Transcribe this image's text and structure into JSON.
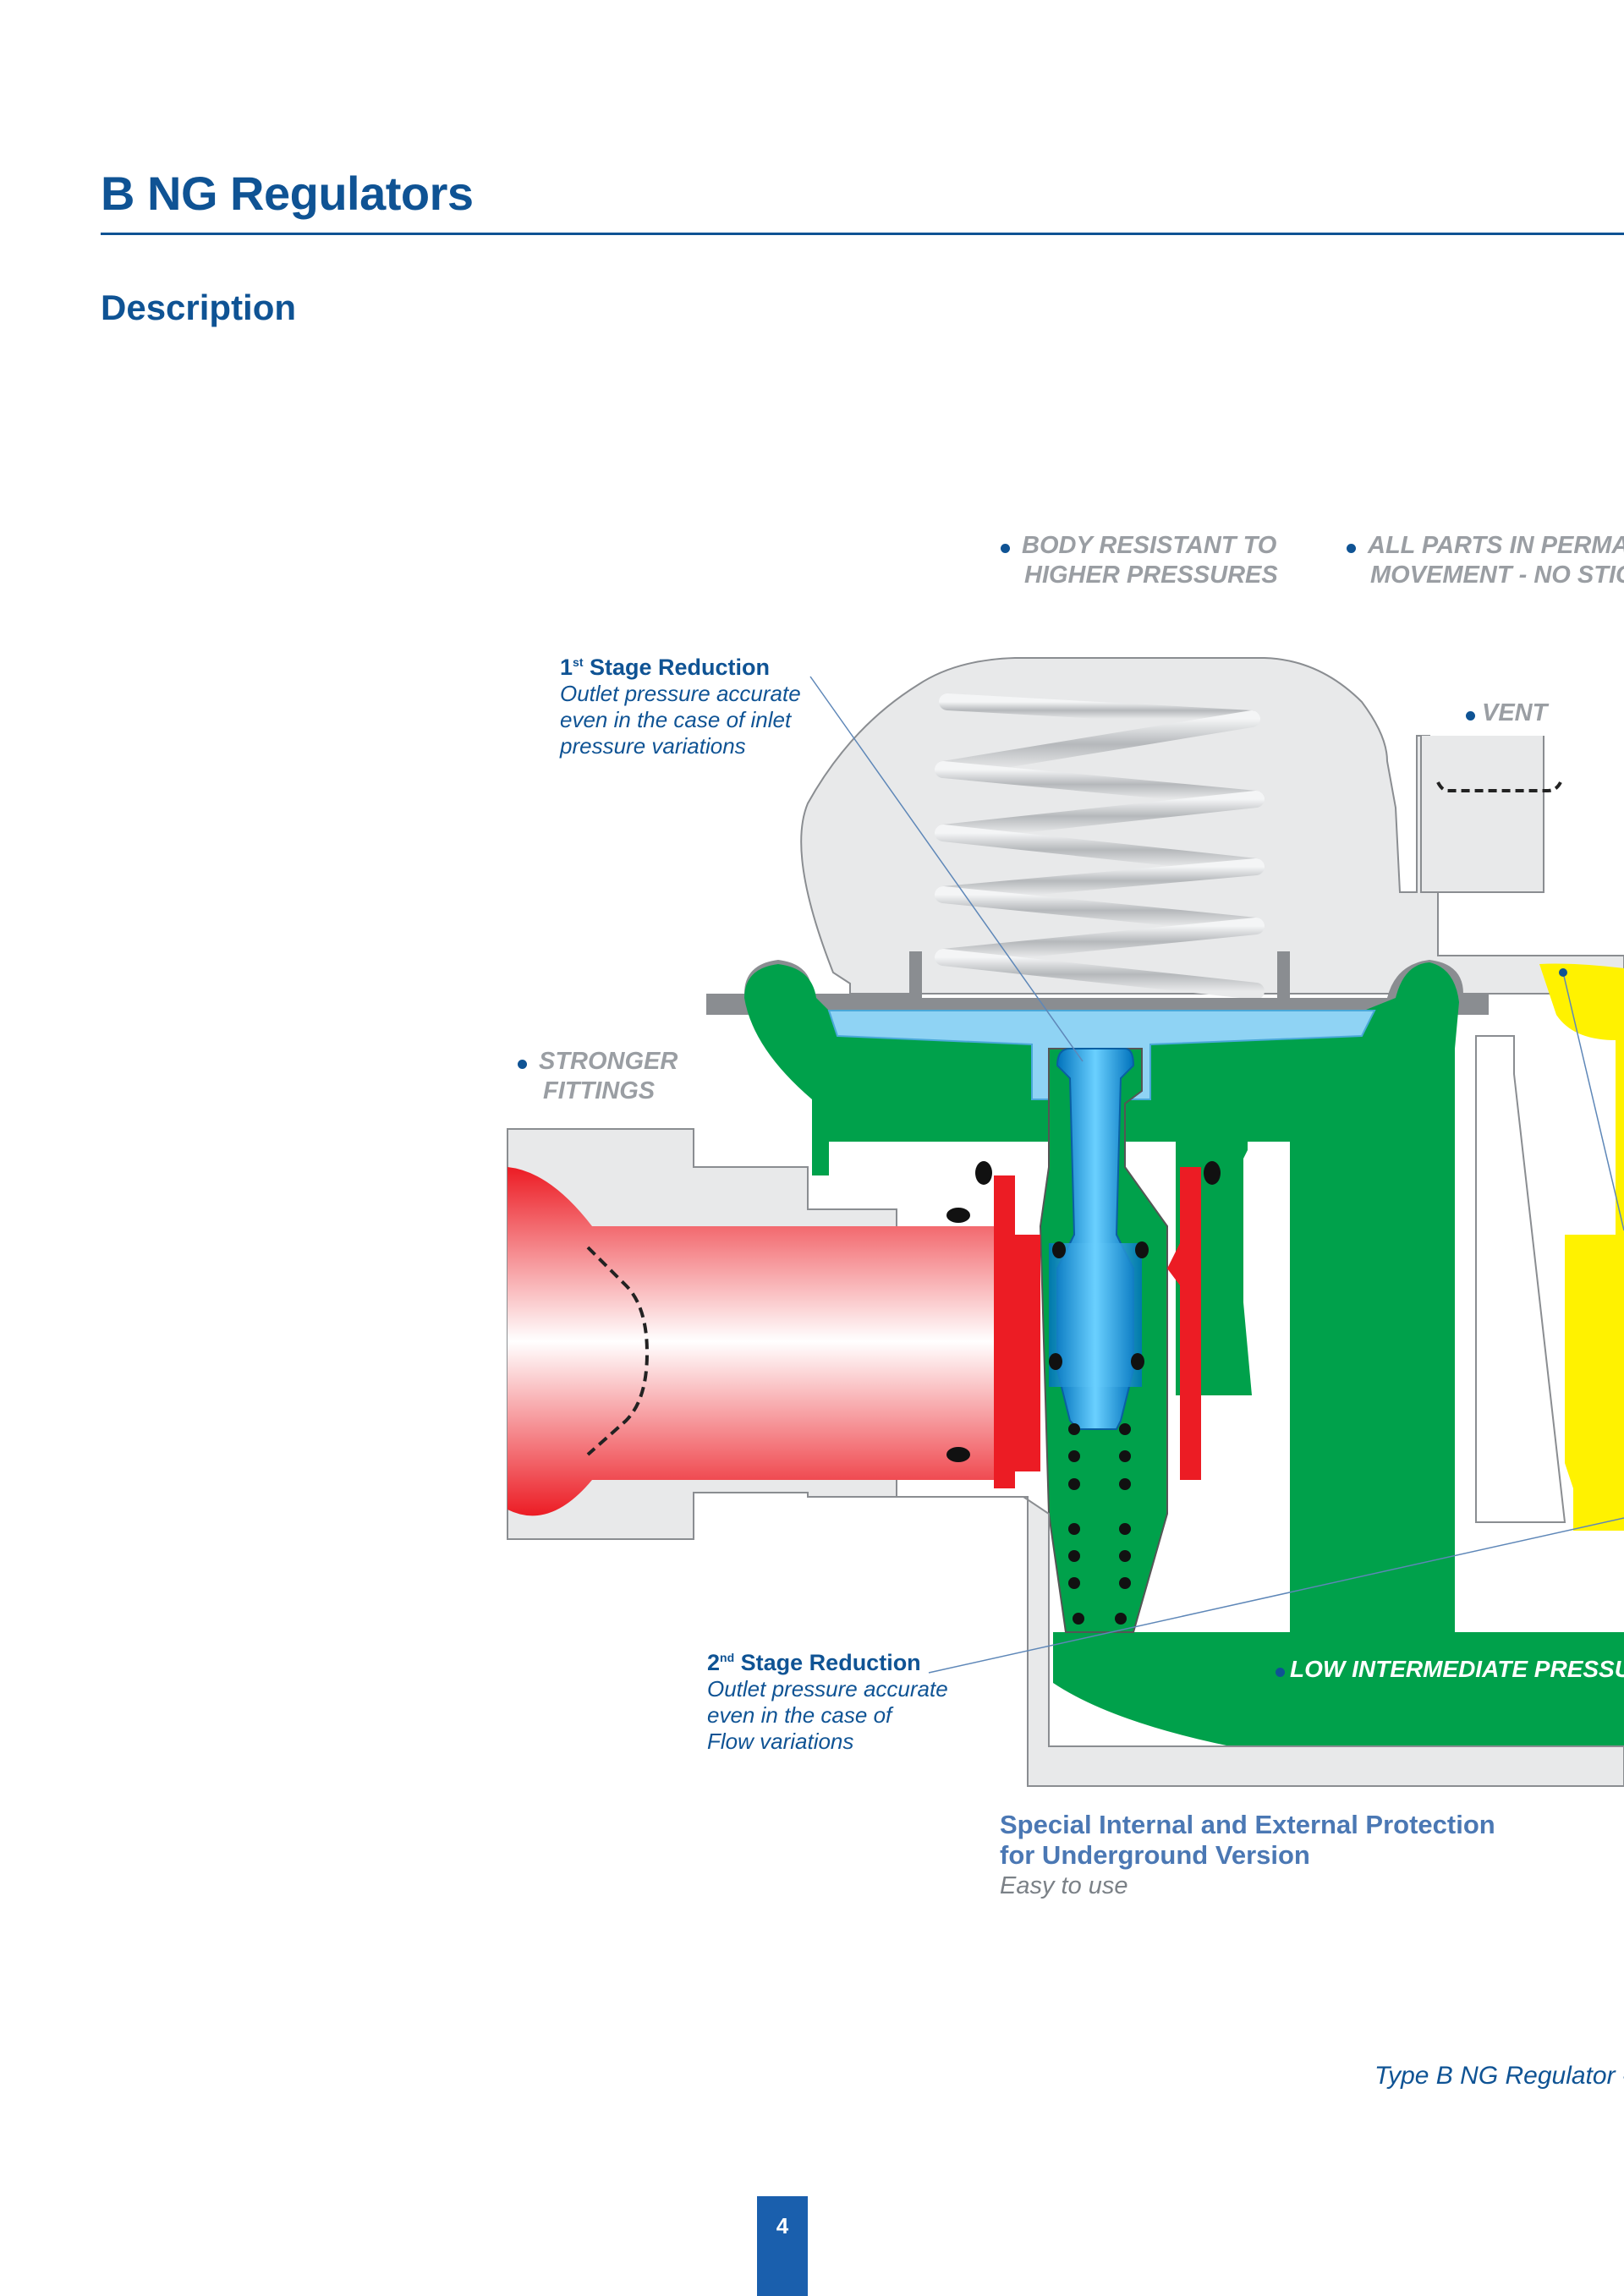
{
  "header": {
    "title": "B NG Regulators"
  },
  "section": {
    "title": "Description"
  },
  "labels": {
    "body_resistant": [
      "BODY RESISTANT TO",
      "HIGHER PRESSURES"
    ],
    "all_parts": [
      "ALL PARTS IN PERMANENT",
      "MOVEMENT - NO STICKING"
    ],
    "vent": "VENT",
    "stronger_fittings": [
      "STRONGER",
      "FITTINGS"
    ],
    "low_intermediate": "LOW INTERMEDIATE PRESSURE"
  },
  "callouts": {
    "first_stage": {
      "num": "1",
      "sup": "st",
      "head": "Stage Reduction",
      "lines": [
        "Outlet pressure accurate",
        "even in the case of inlet",
        "pressure variations"
      ]
    },
    "second_stage": {
      "num": "2",
      "sup": "nd",
      "head": "Stage Reduction",
      "lines": [
        "Outlet pressure accurate",
        "even in the case of",
        "Flow variations"
      ]
    }
  },
  "protection": {
    "lines": [
      "Special Internal and External Protection",
      "for Underground Version"
    ],
    "sub": "Easy to use"
  },
  "caption": "Type B NG Regulator - M",
  "page_number": "4",
  "colors": {
    "brand_blue": "#0f5394",
    "body_grey": "#e6e7e8",
    "green": "#00a14b",
    "red": "#ec1c24",
    "blue": "#1e90d6",
    "yellow": "#fff200"
  }
}
